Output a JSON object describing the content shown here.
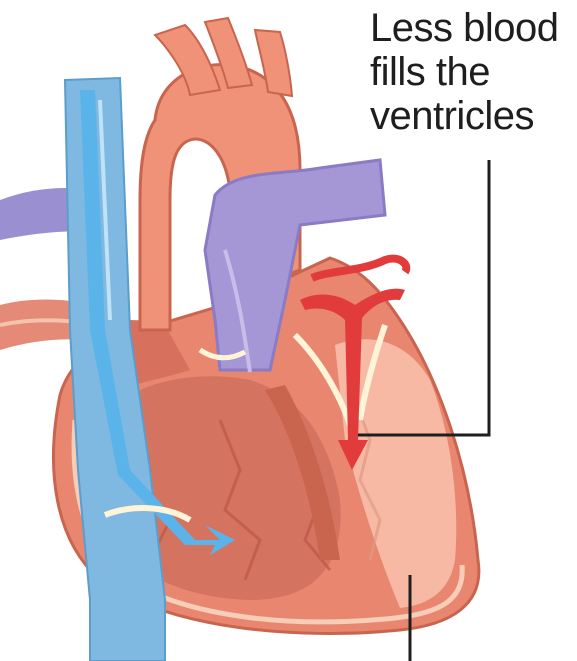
{
  "annotation": {
    "lines": [
      "Less blood",
      "fills the",
      "ventricles"
    ]
  },
  "colors": {
    "myocardium": "#e8866f",
    "myocardium_dark": "#c9654f",
    "inner_chamber": "#f7b9a3",
    "vena_cava": "#7fb8e0",
    "vena_cava_flow": "#5ab4ea",
    "pulmonary_artery": "#a596d6",
    "aorta": "#ef9277",
    "oxygenated_arrow": "#e13b3b",
    "valve_tissue": "#fff4d8",
    "leader_line": "#1e1e1e"
  },
  "icons": [
    "heart-anatomy-illustration",
    "blood-flow-arrow"
  ]
}
